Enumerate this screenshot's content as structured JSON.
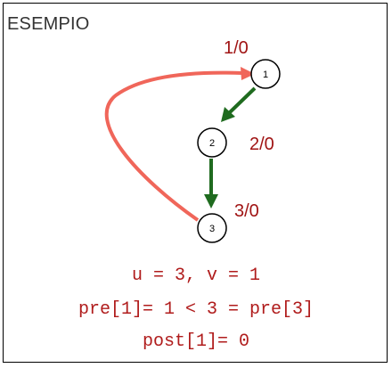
{
  "title": "ESEMPIO",
  "nodes": [
    {
      "id": "1",
      "label": "1",
      "annotation": "1/0"
    },
    {
      "id": "2",
      "label": "2",
      "annotation": "2/0"
    },
    {
      "id": "3",
      "label": "3",
      "annotation": "3/0"
    }
  ],
  "edges": [
    {
      "from": "1",
      "to": "2",
      "kind": "tree",
      "color": "#1f6b1f"
    },
    {
      "from": "2",
      "to": "3",
      "kind": "tree",
      "color": "#1f6b1f"
    },
    {
      "from": "3",
      "to": "1",
      "kind": "back",
      "color": "#f0665a"
    }
  ],
  "code_lines": [
    "u = 3, v = 1",
    "pre[1]= 1 < 3 = pre[3]",
    "post[1]= 0"
  ],
  "colors": {
    "annotation": "#a01414",
    "code": "#b01c1c",
    "tree_edge": "#1f6b1f",
    "back_edge": "#f0665a"
  }
}
